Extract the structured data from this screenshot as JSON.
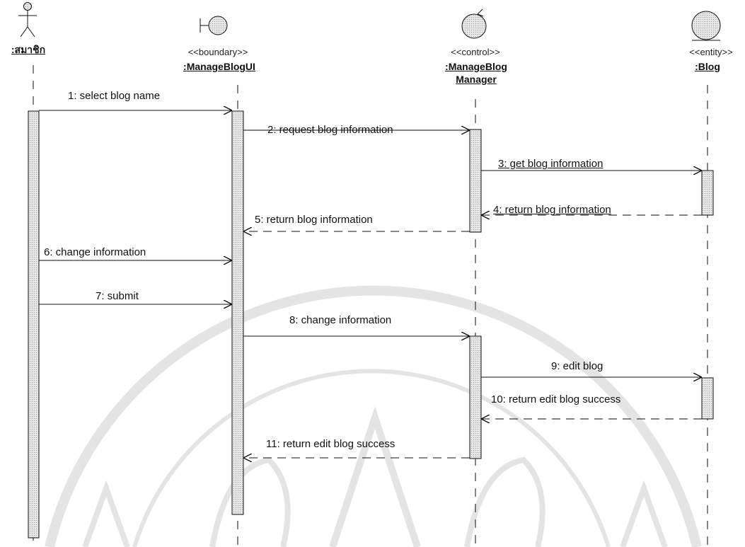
{
  "diagram": {
    "actor": {
      "name": ":สมาชิก"
    },
    "boundary": {
      "stereotype": "<<boundary>>",
      "name": ":ManageBlogUI"
    },
    "control": {
      "stereotype": "<<control>>",
      "name_line1": ":ManageBlog",
      "name_line2": "Manager"
    },
    "entity": {
      "stereotype": "<<entity>>",
      "name": ":Blog"
    },
    "messages": [
      {
        "label": "1: select blog  name",
        "type": "sync"
      },
      {
        "label": "2: request blog information",
        "type": "sync"
      },
      {
        "label": "3: get blog  information",
        "type": "sync"
      },
      {
        "label": "4: return    blog  information",
        "type": "return"
      },
      {
        "label": "5: return    blog  information",
        "type": "return"
      },
      {
        "label": "6: change information",
        "type": "sync"
      },
      {
        "label": "7: submit",
        "type": "sync"
      },
      {
        "label": "8: change information",
        "type": "sync"
      },
      {
        "label": "9: edit blog",
        "type": "sync"
      },
      {
        "label": "10: return  edit blog success",
        "type": "return"
      },
      {
        "label": "11: return  edit blog success",
        "type": "return"
      }
    ]
  },
  "colors": {
    "line": "#111111",
    "activation_fill": "#d9d9d9",
    "icon_fill": "#cfcfcf",
    "watermark": "#e8e8e8"
  }
}
